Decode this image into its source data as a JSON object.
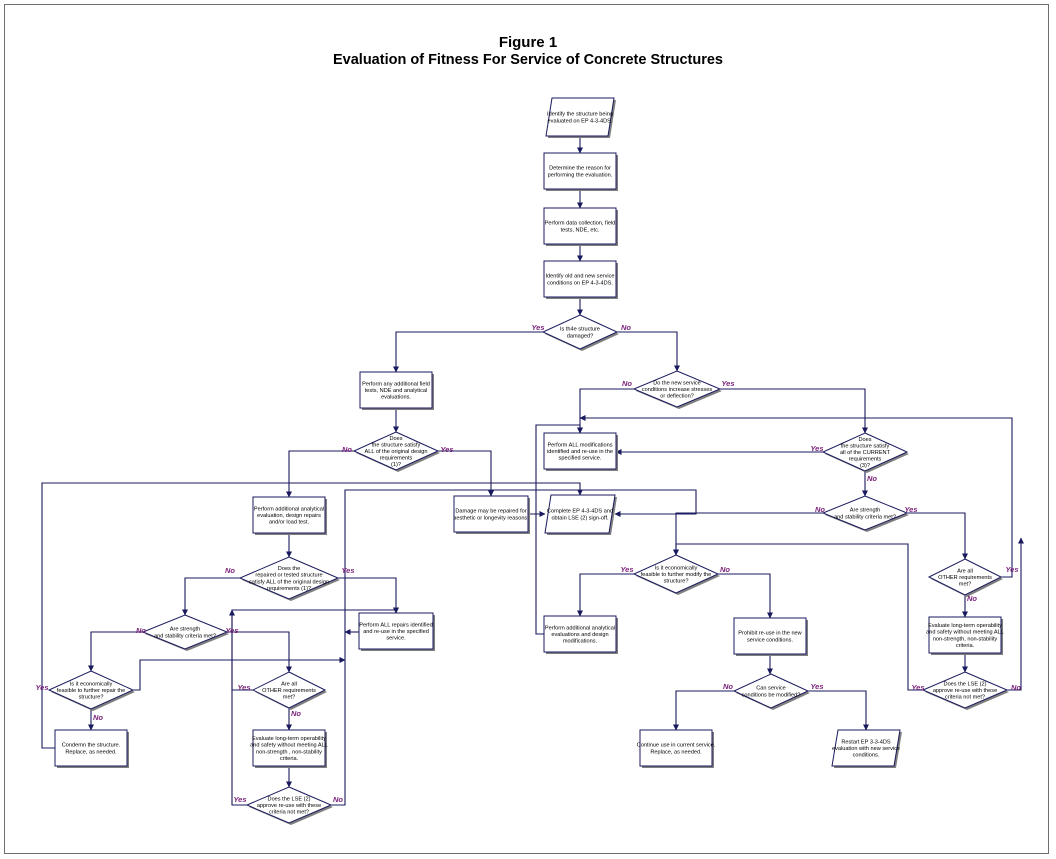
{
  "figure": {
    "number": "Figure 1",
    "title": "Evaluation of Fitness For Service of Concrete Structures"
  },
  "labels": {
    "yes": "Yes",
    "no": "No"
  },
  "nodes": {
    "n_identify": [
      "Identify the structure being",
      "evaluated on EP 4-3-4DS."
    ],
    "n_reason": [
      "Determine the reason for",
      "performing the evaluation."
    ],
    "n_data": [
      "Perform data collection, field",
      "tests, NDE, etc."
    ],
    "n_conditions": [
      "Identify old and new service",
      "conditions on EP 4-3-4DS."
    ],
    "d_damaged": [
      "Is th4e structure",
      "damaged?"
    ],
    "n_additional": [
      "Perform any additional field",
      "tests, NDE and analytical",
      "evaluations."
    ],
    "d_satisfy_orig": [
      "Does",
      "the structure satisfy",
      "ALL of the original design",
      "requirements",
      "(1)?"
    ],
    "d_increase": [
      "Do the new service",
      "conditions increase stresses",
      "or deflection?"
    ],
    "n_perform_all_mods": [
      "Perform ALL modifications",
      "identified and re-use in the",
      "specified service."
    ],
    "d_current": [
      "Does",
      "the structure satisfy",
      "all of the CURRENT",
      "requirements",
      "(3)?"
    ],
    "n_analytical": [
      "Perform additional analytical",
      "evaluation, design repairs",
      "and/or load test."
    ],
    "n_damage_repair": [
      "Damage may be repaired for",
      "aesthetic or longevity reasons."
    ],
    "n_complete": [
      "Complete EP 4-3-4DS and",
      "obtain LSE (2) sign-off."
    ],
    "d_strength_mid": [
      "Are strength",
      "and stability criteria met?"
    ],
    "d_repaired": [
      "Does the",
      "repaired or tested structure",
      "satisfy ALL of the original design",
      "requirements (1)?"
    ],
    "d_econ_modify": [
      "Is it economically",
      "feasible to further modify the",
      "structure?"
    ],
    "d_other_right": [
      "Are all",
      "OTHER requirements",
      "met?"
    ],
    "d_strength_left": [
      "Are strength",
      "and stability criteria met?"
    ],
    "n_perform_repairs": [
      "Perform ALL repairs identified",
      "and re-use in the specified",
      "service."
    ],
    "n_additional_mods": [
      "Perform additional analytical",
      "evaluations and design",
      "modifications."
    ],
    "n_prohibit": [
      "Prohibit re-use in the new",
      "service conditions."
    ],
    "n_longterm_right": [
      "Evaluate long-term operability",
      "and safety without meeting ALL",
      "non-strength, non-stability",
      "criteria."
    ],
    "d_econ_repair": [
      "Is it economically",
      "feasible to further repair the",
      "structure?"
    ],
    "d_other_left": [
      "Are all",
      "OTHER requirements",
      "met?"
    ],
    "d_modified": [
      "Can service",
      "conditions be modified?"
    ],
    "d_lse_right": [
      "Does the LSE (2)",
      "approve re-use with these",
      "criteria not met?"
    ],
    "n_condemn": [
      "Condemn the structure.",
      "Replace, as needed."
    ],
    "n_longterm_left": [
      "Evaluate long-term operability",
      "and safety without meeting ALL",
      "non-strength , non-stability",
      "criteria."
    ],
    "n_continue": [
      "Continue use in current service.",
      "Replace, as needed."
    ],
    "n_restart": [
      "Restart EP 3-3-4DS",
      "evaluation with new service",
      "conditions."
    ],
    "d_lse_left": [
      "Does the LSE (2)",
      "approve re-use with these",
      "criteria not met?"
    ]
  }
}
